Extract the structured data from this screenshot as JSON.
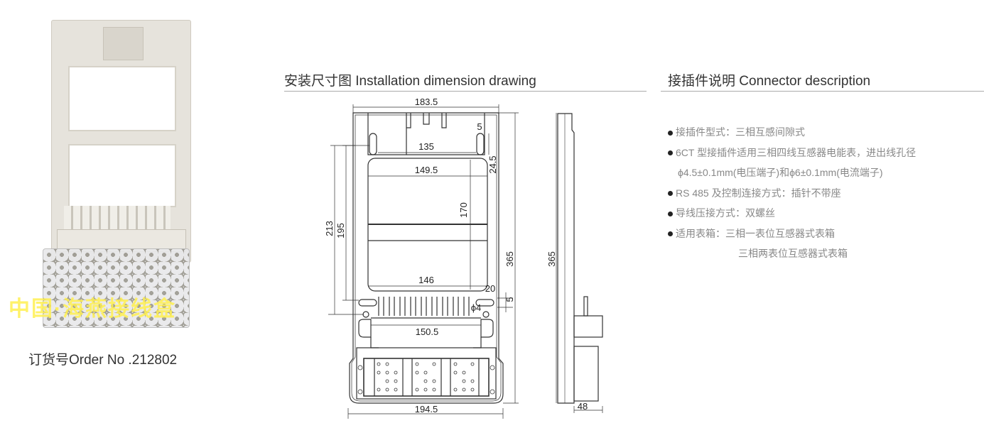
{
  "product": {
    "watermark": "中国·海燕接线盒",
    "order_label": "订货号Order No .212802"
  },
  "drawing": {
    "title": "安装尺寸图 Installation dimension drawing",
    "dims": {
      "top_width": "183.5",
      "slot_span": "135",
      "slot_height": "5",
      "slot_offset": "24.5",
      "window_width": "149.5",
      "window_height": "170",
      "window_bottom": "146",
      "h213": "213",
      "h195": "195",
      "total_height": "365",
      "d20": "20",
      "d5b": "5",
      "hole": "ϕ4",
      "screw_span": "150.5",
      "bottom_width": "194.5",
      "side_height": "365",
      "depth": "48"
    }
  },
  "connector": {
    "title": "接插件说明 Connector description",
    "items": [
      "接插件型式：三相互感间隙式",
      "6CT 型接插件适用三相四线互感器电能表，进出线孔径",
      "ϕ4.5±0.1mm(电压端子)和ϕ6±0.1mm(电流端子)",
      "RS 485 及控制连接方式：插针不带座",
      "导线压接方式：双螺丝",
      "适用表箱：三相一表位互感器式表箱",
      "三相两表位互感器式表箱"
    ]
  }
}
